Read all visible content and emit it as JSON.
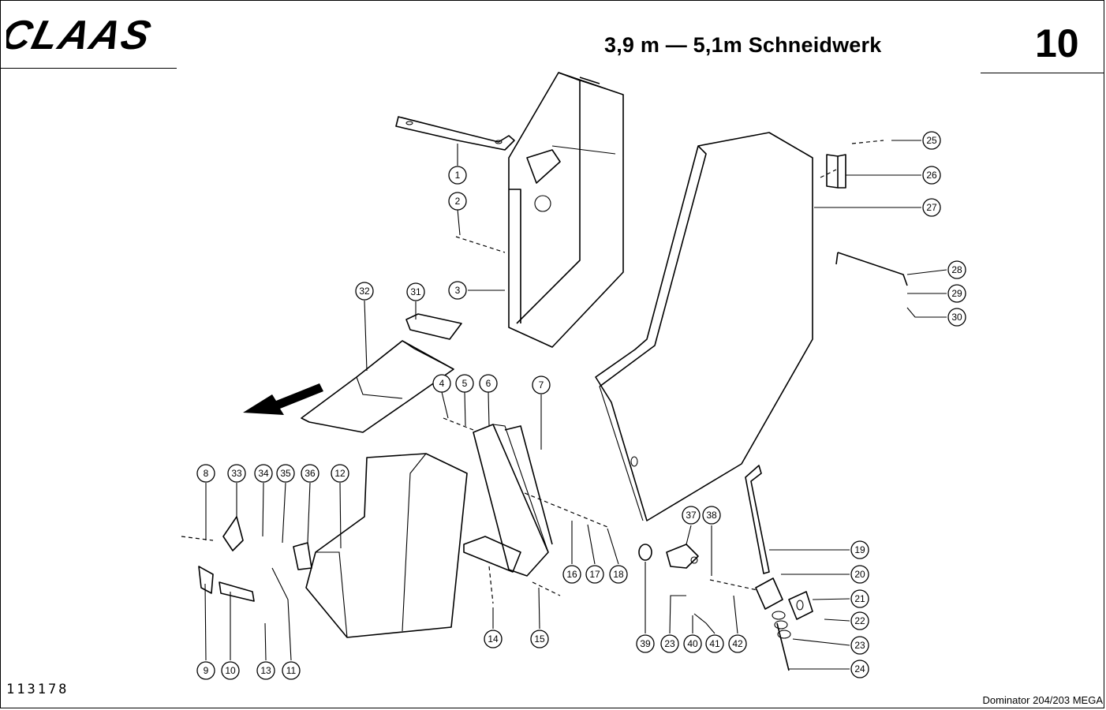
{
  "header": {
    "brand": "CLAAS",
    "title": "3,9 m — 5,1m Schneidwerk",
    "page_number": "10"
  },
  "footer": {
    "drawing_number": "113178",
    "model": "Dominator 204/203 MEGA"
  },
  "callouts": [
    "1",
    "2",
    "3",
    "4",
    "5",
    "6",
    "7",
    "8",
    "9",
    "10",
    "11",
    "12",
    "13",
    "14",
    "15",
    "16",
    "17",
    "18",
    "19",
    "20",
    "21",
    "22",
    "23",
    "24",
    "25",
    "26",
    "27",
    "28",
    "29",
    "30",
    "31",
    "32",
    "33",
    "34",
    "35",
    "36",
    "37",
    "38",
    "39",
    "40",
    "41",
    "42"
  ]
}
